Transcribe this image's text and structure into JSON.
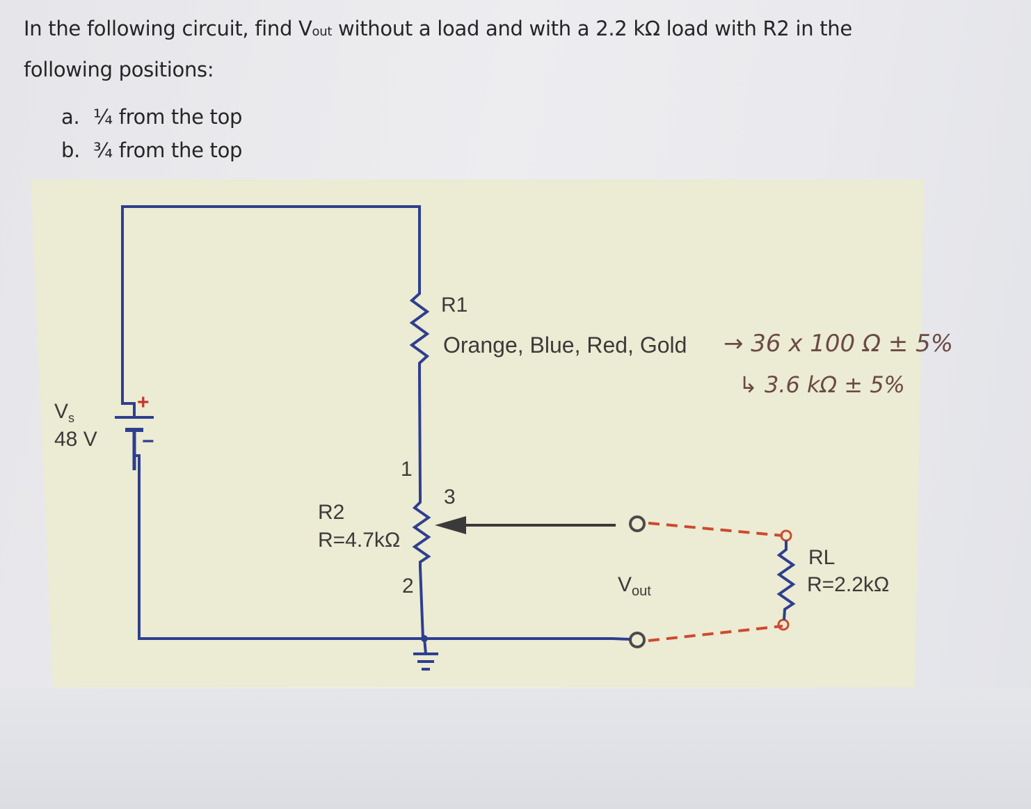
{
  "question": {
    "line1_before": "In the following circuit, find V",
    "line1_sub": "out",
    "line1_after": " without a load and with a 2.2 kΩ load with R2 in the",
    "line2": "following positions:"
  },
  "options": [
    {
      "marker": "a.",
      "text": "¼ from the top"
    },
    {
      "marker": "b.",
      "text": "¾ from the top"
    }
  ],
  "circuit": {
    "source": {
      "name": "Vs",
      "name_main": "V",
      "name_sub": "s",
      "value": "48 V",
      "plus": "+",
      "minus": "−"
    },
    "r1": {
      "name": "R1",
      "colors": "Orange, Blue, Red, Gold"
    },
    "r2": {
      "name": "R2",
      "value": "R=4.7kΩ",
      "pin1": "1",
      "pin2": "2",
      "pin3": "3"
    },
    "vout": {
      "main": "V",
      "sub": "out"
    },
    "rl": {
      "name": "RL",
      "value": "R=2.2kΩ"
    },
    "handwritten": {
      "line1": "→ 36 x 100 Ω ± 5%",
      "line2": "↳ 3.6 kΩ ± 5%"
    },
    "colors": {
      "wire": "#2e3f8e",
      "wiper": "#3a3a3a",
      "load_dash": "#cc4a30",
      "terminal": "#cc4a30",
      "plus": "#c0392b"
    }
  }
}
